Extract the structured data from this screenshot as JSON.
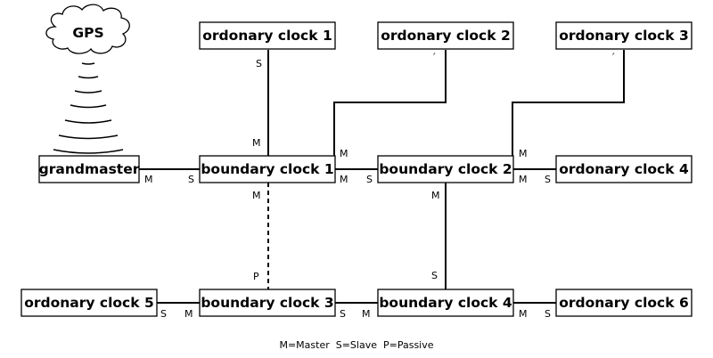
{
  "gps": {
    "label": "GPS"
  },
  "nodes": {
    "oc1": "ordonary clock 1",
    "oc2": "ordonary clock 2",
    "oc3": "ordonary clock 3",
    "gm": "grandmaster",
    "bc1": "boundary clock 1",
    "bc2": "boundary clock 2",
    "oc4": "ordonary clock 4",
    "oc5": "ordonary clock 5",
    "bc3": "boundary clock 3",
    "bc4": "boundary clock 4",
    "oc6": "ordonary clock 6"
  },
  "ports": {
    "oc1_bc1_oc1side": "S",
    "oc1_bc1_bc1side": "M",
    "oc2_bc1_oc2side": "ˊ",
    "oc2_bc1_bc1side": "M",
    "oc3_bc2_oc3side": "ˊ",
    "oc3_bc2_bc2side": "M",
    "gm_bc1_gmside": "M",
    "gm_bc1_bc1side": "S",
    "bc1_bc2_bc1side": "M",
    "bc1_bc2_bc2side": "S",
    "bc2_oc4_bc2side": "M",
    "bc2_oc4_oc4side": "S",
    "bc1_bc3_bc1side": "M",
    "bc1_bc3_bc3side": "P",
    "bc2_bc4_bc2side": "M",
    "bc2_bc4_bc4side": "S",
    "oc5_bc3_oc5side": "S",
    "oc5_bc3_bc3side": "M",
    "bc3_bc4_bc3side": "S",
    "bc3_bc4_bc4side": "M",
    "bc4_oc6_bc4side": "M",
    "bc4_oc6_oc6side": "S"
  },
  "legend": "M=Master  S=Slave  P=Passive"
}
